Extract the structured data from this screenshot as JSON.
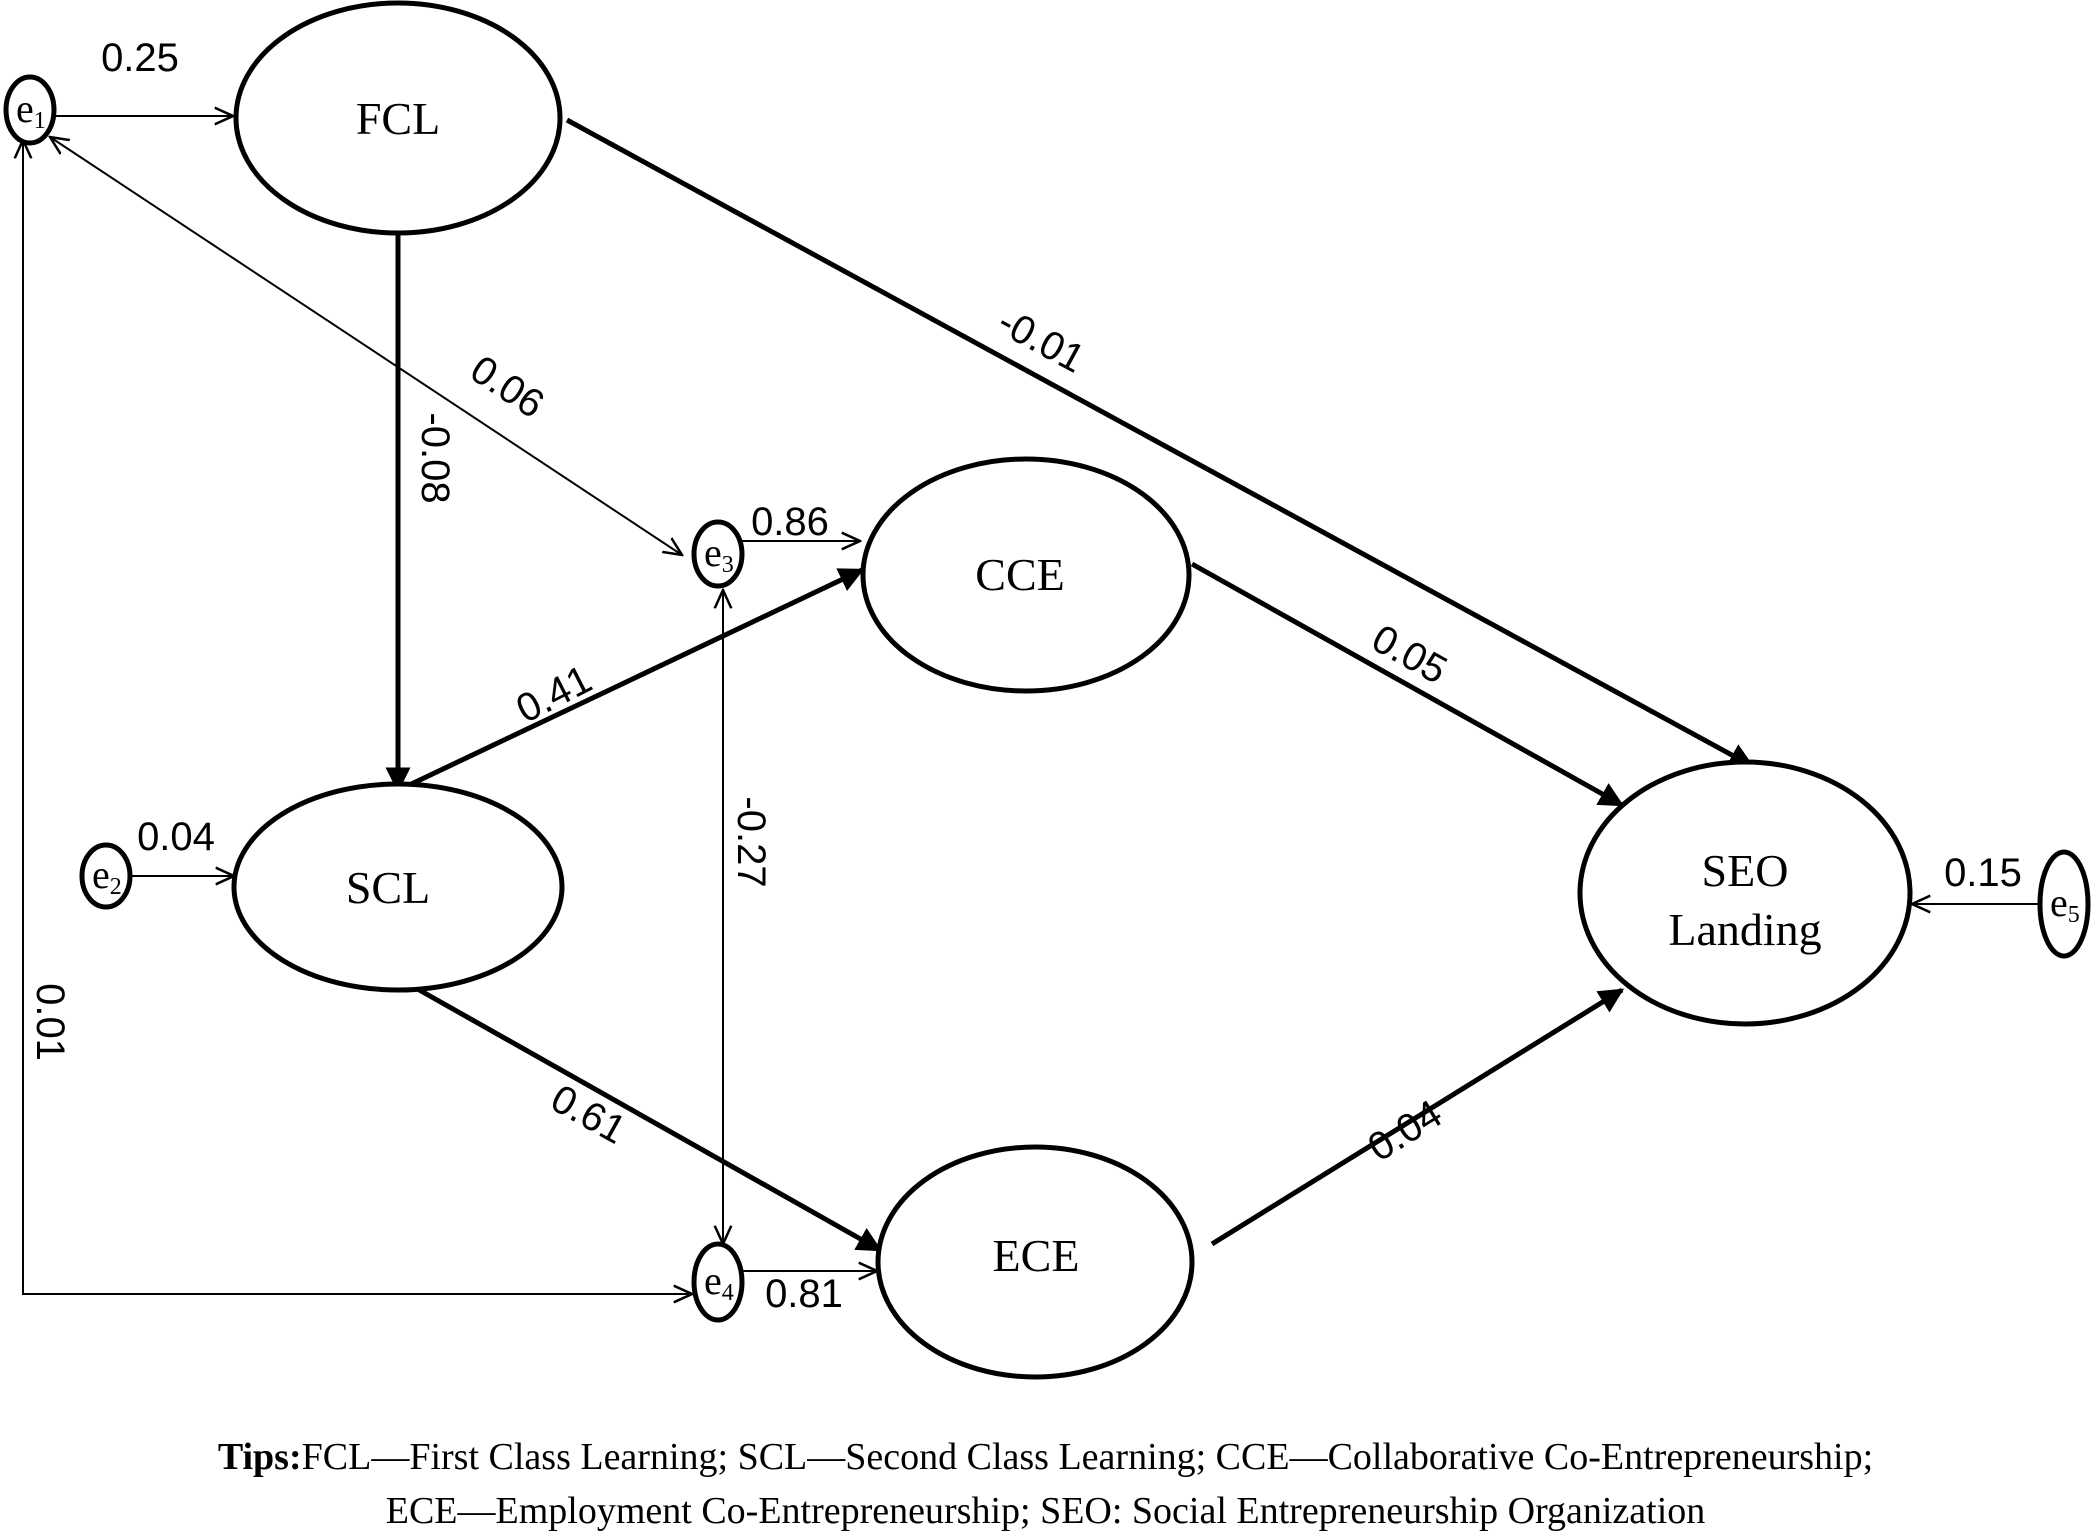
{
  "nodes": {
    "fcl": "FCL",
    "scl": "SCL",
    "cce": "CCE",
    "ece": "ECE",
    "seo_line1": "SEO",
    "seo_line2": "Landing"
  },
  "errors": [
    {
      "base": "e",
      "sub": "1"
    },
    {
      "base": "e",
      "sub": "2"
    },
    {
      "base": "e",
      "sub": "3"
    },
    {
      "base": "e",
      "sub": "4"
    },
    {
      "base": "e",
      "sub": "5"
    }
  ],
  "coefficients": {
    "e1_fcl": "0.25",
    "fcl_seo": "-0.01",
    "e1_e3": "0.06",
    "fcl_scl": "-0.08",
    "e3_cce": "0.86",
    "cce_seo": "0.05",
    "scl_cce": "0.41",
    "e3_e4": "-0.27",
    "e2_scl": "0.04",
    "e5_seo": "0.15",
    "e1_e4": "0.01",
    "scl_ece": "0.61",
    "ece_seo": "0.04",
    "e4_ece": "0.81"
  },
  "tips": {
    "label": "Tips:",
    "line1": "FCL—First Class Learning; SCL—Second Class Learning; CCE—Collaborative Co-Entrepreneurship;",
    "line2": "ECE—Employment Co-Entrepreneurship; SEO: Social Entrepreneurship Organization"
  }
}
